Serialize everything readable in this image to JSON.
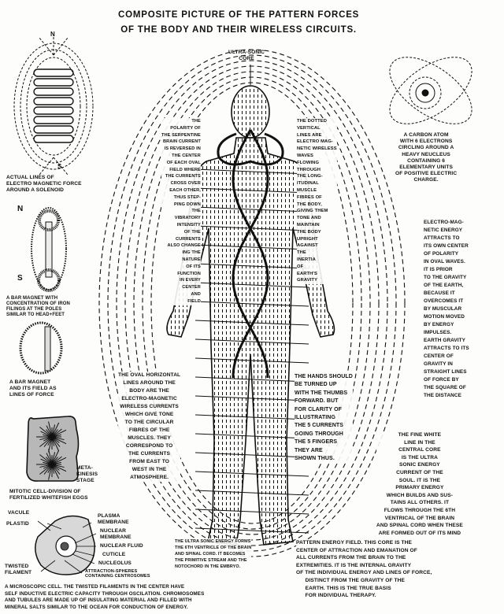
{
  "title": "COMPOSITE PICTURE OF THE PATTERN FORCES\nOF THE BODY AND THEIR WIRELESS CIRCUITS.",
  "labels": {
    "core": "ULTRA-SONIC\nCORE",
    "north": "N",
    "south": "S",
    "magnet_north": "N",
    "magnet_south": "S"
  },
  "captions": {
    "solenoid": "ACTUAL LINES OF\nELECTRO MAGNETIC FORCE\nAROUND A SOLENOID",
    "bar_magnet_filings": "A BAR MAGNET WITH\nCONCENTRATION OF IRON\nFILINGS AT THE POLES\nSIMILAR TO HEAD+FEET",
    "bar_magnet_field": "A BAR MAGNET\nAND ITS FIELD AS\nLINES OF FORCE",
    "meta_kinesis": "META-\nKINESIS\nSTAGE",
    "mitotic": "MITOTIC CELL-DIVISION OF\nFERTILIZED WHITEFISH EGGS",
    "carbon_atom": "A CARBON ATOM\nWITH 6 ELECTRONS\nCIRCLING AROUND A\nHEAVY NEUCLEUS\nCONTAINING 6\nELEMENTARY UNITS\nOF POSITIVE ELECTRIC\nCHARGE.",
    "polarity": "THE\nPOLARITY OF\nTHE SERPENTINE\nBRAIN CURRENT\nIS REVERSED IN\nTHE CENTER\nOF EACH OVAL\nFIELD WHERE\nTHE CURRENTS\nCROSS OVER\nEACH OTHER,\nTHUS STEP-\nPING DOWN\nTHE\nVIBRATORY\nINTENSITY\nOF THE\nCURRENTS\nALSO CHANGE\nING THE\nNATURE\nOF ITS\nFUNCTION\nIN EVERY\nCENTER\nAND\nFIELD",
    "dotted_vertical": "THE DOTTED\nVERTICAL\nLINES ARE\nELECTRO MAG-\nNETIC WIRELESS\nWAVES\nFLOWING\nTHROUGH\nTHE LONG-\nITUDINAL\nMUSCLE\nFIBRES OF\nTHE BODY,\nGIVING THEM\nTONE AND\nMAINTAIN\nTHE BODY\nUPRIGHT\nAGAINST\nTHE\nINERTIA\nOF\nEARTH'S\nGRAVITY",
    "electro_magnetic": "ELECTRO-MAG-\nNETIC ENERGY\nATTRACTS TO\nITS OWN CENTER\nOF POLARITY\nIN OVAL WAVES.\nIT IS PRIOR\nTO THE GRAVITY\nOF THE EARTH,\nBECAUSE IT\nOVERCOMES IT\nBY MUSCULAR\nMOTION MOVED\nBY ENERGY\nIMPULSES.\nEARTH GRAVITY\nATTRACTS TO ITS\nCENTER OF\nGRAVITY IN\nSTRAIGHT LINES\nOF FORCE BY\nTHE SQUARE OF\nTHE DISTANCE",
    "oval_horizontal": "THE OVAL HORIZONTAL\nLINES AROUND THE\nBODY ARE THE\nELECTRO-MAGNETIC\nWIRELESS CURRENTS\nWHICH GIVE TONE\nTO THE CIRCULAR\nFIBRES OF THE\nMUSCLES. THEY\nCORRESPOND TO\nTHE CURRENTS\nFROM EAST TO\nWEST IN THE\nATMOSPHERE.",
    "hands": "THE HANDS SHOULD\nBE TURNED UP\nWITH THE THUMBS\nFORWARD. BUT\nFOR CLARITY OF\nILLUSTRATING\nTHE 5 CURRENTS\nGOING THROUGH\nTHE 5 FINGERS\nTHEY ARE\nSHOWN THUS.",
    "fine_white_line": "THE FINE WHITE\nLINE IN THE\nCENTRAL CORE\nIS THE ULTRA\nSONIC ENERGY\nCURRENT OF THE\nSOUL. IT IS THE\nPRIMARY ENERGY\nWHICH BUILDS AND SUS-\nTAINS ALL OTHERS. IT\nFLOWS THROUGH THE 6TH\nVENTRICAL OF THE BRAIN\nAND SPINAL CORD WHEN THESE\nARE FORMED OUT OF ITS MIND",
    "core_center": "PATTERN ENERGY FIELD. THIS CORE IS THE\nCENTER OF ATTRACTION AND EMANATION OF\nALL CURRENTS FROM THE BRAIN TO THE\nEXTREMITIES. IT IS THE INTERNAL GRAVITY\nOF THE INDIVIDUAL ENERGY AND LINES OF FORCE,\n      DISTINCT FROM THE GRAVITY OF THE\n      EARTH. THIS IS THE TRUE BASIS\n      FOR INDIVIDUAL THERAPY.",
    "ultra_sonic_forms": "THE ULTRA SONIC ENERGY FORMS\nTHE 6TH VENTRICLE OF THE BRAIN\nAND SPINAL CORD. IT BECOMES\nTHE PRIMITIVE STREAM AND THE\nNOTOCHORD IN THE EMBRYO.",
    "microscopic_cell": "A MICROSCOPIC CELL. THE TWISTED FILAMENTS IN THE CENTER HAVE\nSELF INDUCTIVE ELECTRIC CAPACITY THROUGH OSCILATION. CHROMOSOMES\nAND TUBULES ARE MADE UP OF INSULATING MATERIAL AND FILLED WITH\nMINERAL SALTS SIMILAR TO THE OCEAN FOR CONDUCTION OF ENERGY."
  },
  "cell_parts": {
    "vacule": "VACULE",
    "plastid": "PLASTID",
    "twisted_filament": "TWISTED\nFILAMENT",
    "plasma_membrane": "PLASMA\nMEMBRANE",
    "nuclear_membrane": "NUCLEAR\nMEMBRANE",
    "nuclear_fluid": "NUCLEAR FLUID",
    "cuticle": "CUTICLE",
    "nucleolus": "NUCLEOLUS",
    "attraction_spheres": "ATTRACTION-SPHERES\nCONTAINING CENTROSOMES"
  },
  "colors": {
    "ink": "#111111",
    "paper": "#fdfdfb",
    "cell_fill": "#bdbdbd"
  }
}
